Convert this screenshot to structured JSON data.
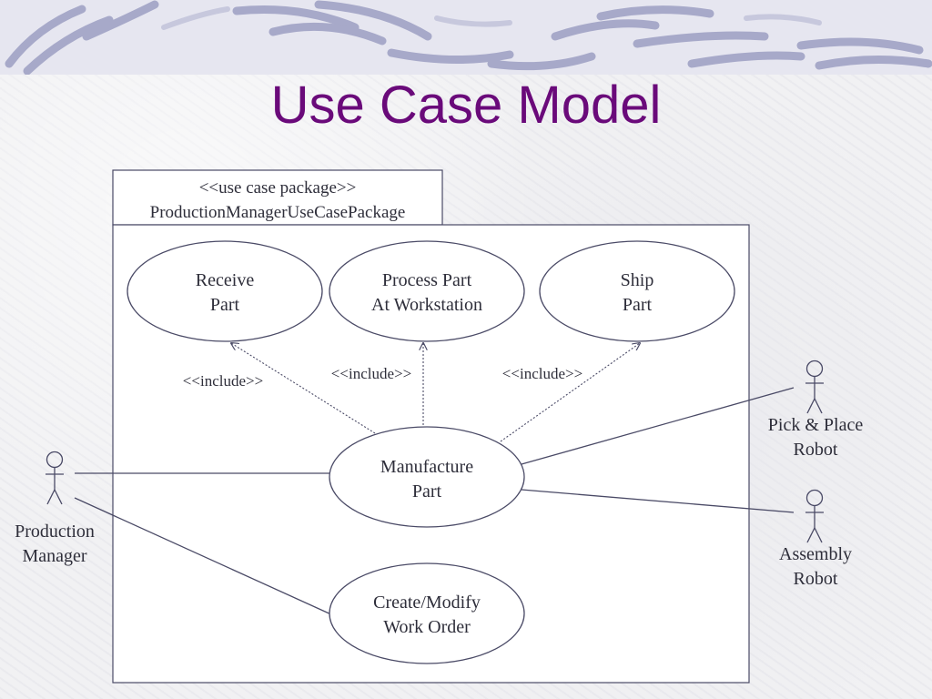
{
  "title": "Use Case Model",
  "package": {
    "stereotype": "<<use case package>>",
    "name": "ProductionManagerUseCasePackage"
  },
  "use_cases": {
    "receive_part": [
      "Receive",
      "Part"
    ],
    "process_part": [
      "Process Part",
      "At Workstation"
    ],
    "ship_part": [
      "Ship",
      "Part"
    ],
    "manufacture_part": [
      "Manufacture",
      "Part"
    ],
    "create_modify_work_order": [
      "Create/Modify",
      "Work Order"
    ]
  },
  "include_label": "<<include>>",
  "actors": {
    "production_manager": [
      "Production",
      "Manager"
    ],
    "pick_place_robot": [
      "Pick & Place",
      "Robot"
    ],
    "assembly_robot": [
      "Assembly",
      "Robot"
    ]
  },
  "colors": {
    "title": "#6a0a7a",
    "line": "#4a4a66",
    "text": "#2e2e3a",
    "banner_stroke": "#a7a9c9",
    "banner_bg": "#e4e4ef"
  }
}
